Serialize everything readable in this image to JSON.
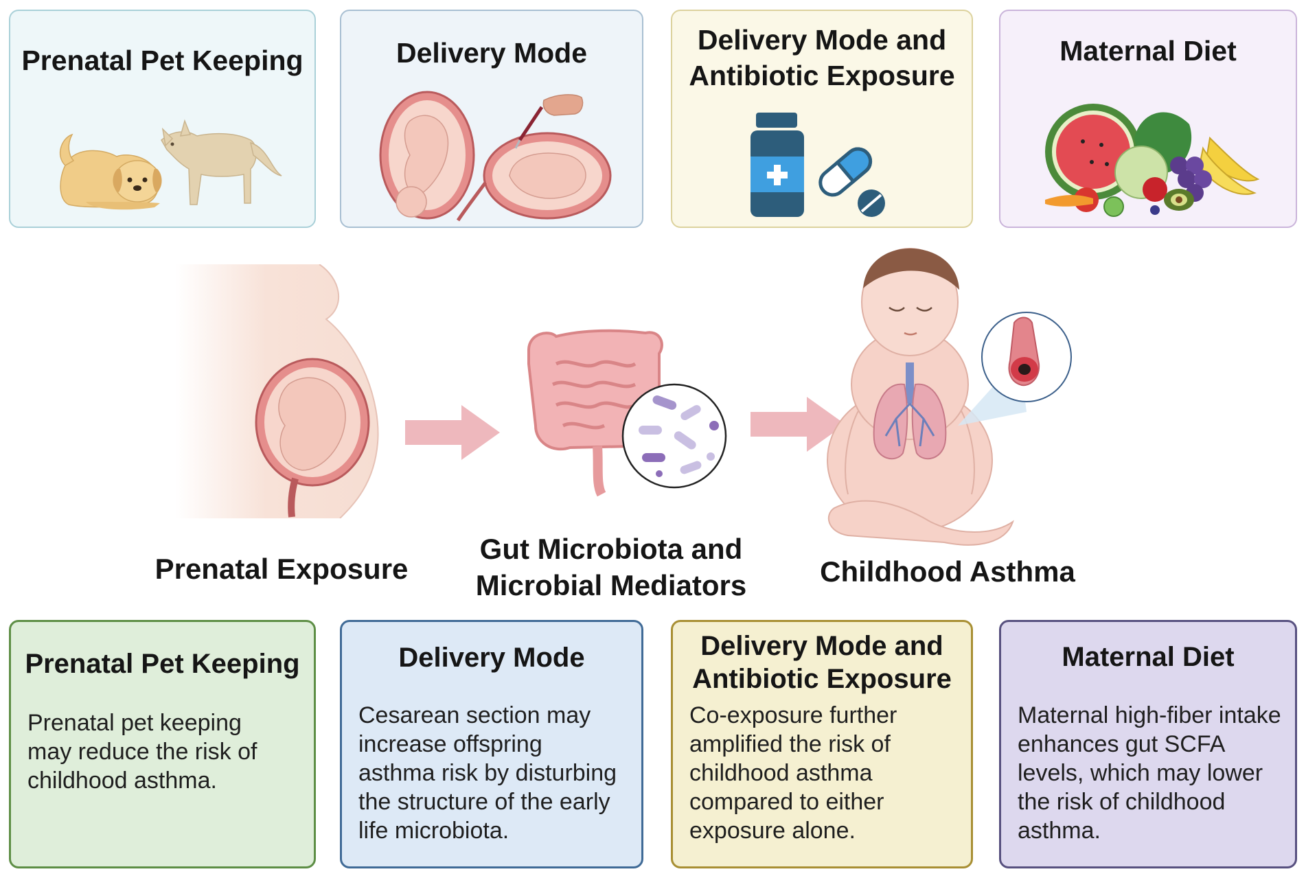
{
  "top_cards": [
    {
      "title": "Prenatal Pet Keeping",
      "icon": "pets-icon"
    },
    {
      "title": "Delivery Mode",
      "icon": "cesarean-delivery-icon"
    },
    {
      "title_lines": [
        "Delivery Mode and",
        "Antibiotic Exposure"
      ],
      "icon": "medication-icon"
    },
    {
      "title": "Maternal Diet",
      "icon": "food-icon"
    }
  ],
  "flow": {
    "stage1": "Prenatal Exposure",
    "stage2_lines": [
      "Gut Microbiota and",
      "Microbial Mediators"
    ],
    "stage3": "Childhood Asthma"
  },
  "bottom_cards": [
    {
      "title": "Prenatal Pet Keeping",
      "body_lines": [
        "Prenatal pet keeping",
        "may reduce the risk of",
        "childhood asthma."
      ]
    },
    {
      "title": "Delivery Mode",
      "body_lines": [
        "Cesarean section may",
        "increase offspring",
        "asthma risk by disturbing",
        "the structure of the early",
        "life microbiota."
      ]
    },
    {
      "title_lines": [
        "Delivery Mode and",
        "Antibiotic Exposure"
      ],
      "body_lines": [
        "Co-exposure  further",
        "amplified the risk of",
        "childhood asthma",
        "compared to either",
        "exposure alone."
      ]
    },
    {
      "title": "Maternal Diet",
      "body_lines": [
        "Maternal high-fiber intake",
        "enhances gut SCFA",
        "levels, which may lower",
        "the risk of childhood",
        "asthma."
      ]
    }
  ],
  "colors": {
    "arrow": "#eeb8bd",
    "skin": "#f7d6cc",
    "uterus": "#d9767a",
    "bottle": "#2d5d7b",
    "pill": "#3f9fe0"
  }
}
